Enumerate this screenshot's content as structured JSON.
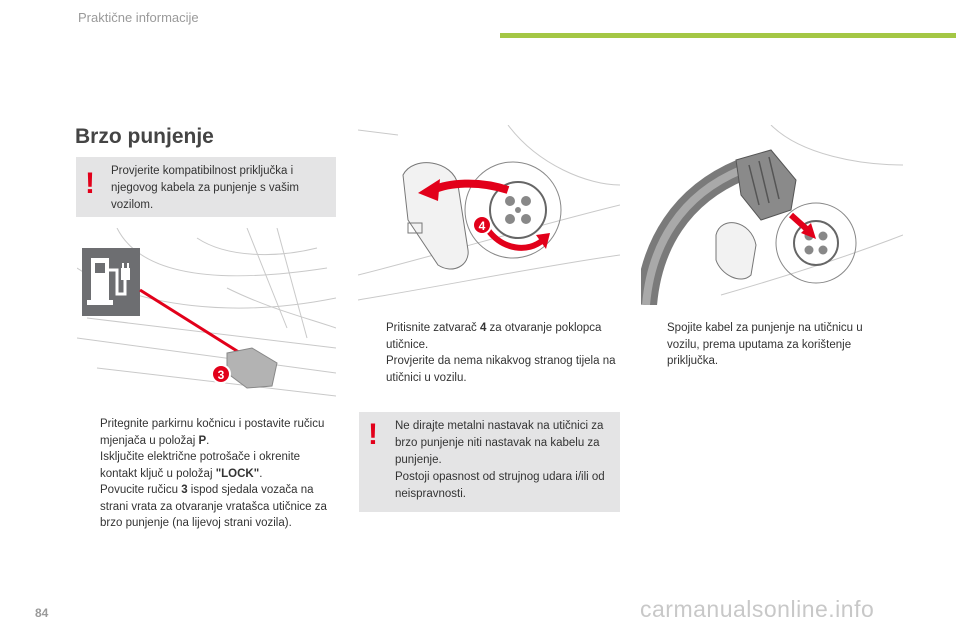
{
  "header": {
    "section_title": "Praktične informacije",
    "accent_color": "#a4c745"
  },
  "heading": "Brzo punjenje",
  "warning_top": {
    "mark": "!",
    "text": "Provjerite kompatibilnost priključka i njegovog kabela za punjenje s vašim vozilom."
  },
  "col1": {
    "callout_number": "3",
    "steps": [
      {
        "pre": "Pritegnite parkirnu kočnicu i postavite ručicu mjenjača u položaj ",
        "bold": "P",
        "post": "."
      },
      {
        "pre": "Isključite električne potrošače i okrenite kontakt ključ u položaj ",
        "bold": "\"LOCK\"",
        "post": "."
      },
      {
        "pre": "Povucite ručicu ",
        "bold": "3",
        "post": " ispod sjedala vozača na strani vrata za otvaranje vratašca utičnice za brzo punjenje (na lijevoj strani vozila)."
      }
    ]
  },
  "col2": {
    "callout_number": "4",
    "steps": [
      {
        "pre": "Pritisnite zatvarač ",
        "bold": "4",
        "post": " za otvaranje poklopca utičnice."
      },
      {
        "pre": "Provjerite da nema nikakvog stranog tijela na utičnici u vozilu.",
        "bold": "",
        "post": ""
      }
    ],
    "warning": {
      "mark": "!",
      "text_lines": [
        "Ne dirajte metalni nastavak na utičnici za brzo punjenje niti nastavak na kabelu za punjenje.",
        "Postoji opasnost od strujnog udara i/ili od neispravnosti."
      ]
    }
  },
  "col3": {
    "steps": [
      {
        "pre": "Spojite kabel za punjenje na utičnicu u vozilu, prema uputama za korištenje priključka.",
        "bold": "",
        "post": ""
      }
    ]
  },
  "bullet_glyph": "",
  "page_number": "84",
  "watermark": "carmanualsonline.info",
  "colors": {
    "warning_red": "#e2001a",
    "callout_red": "#e2001a",
    "box_gray": "#e4e4e5"
  }
}
